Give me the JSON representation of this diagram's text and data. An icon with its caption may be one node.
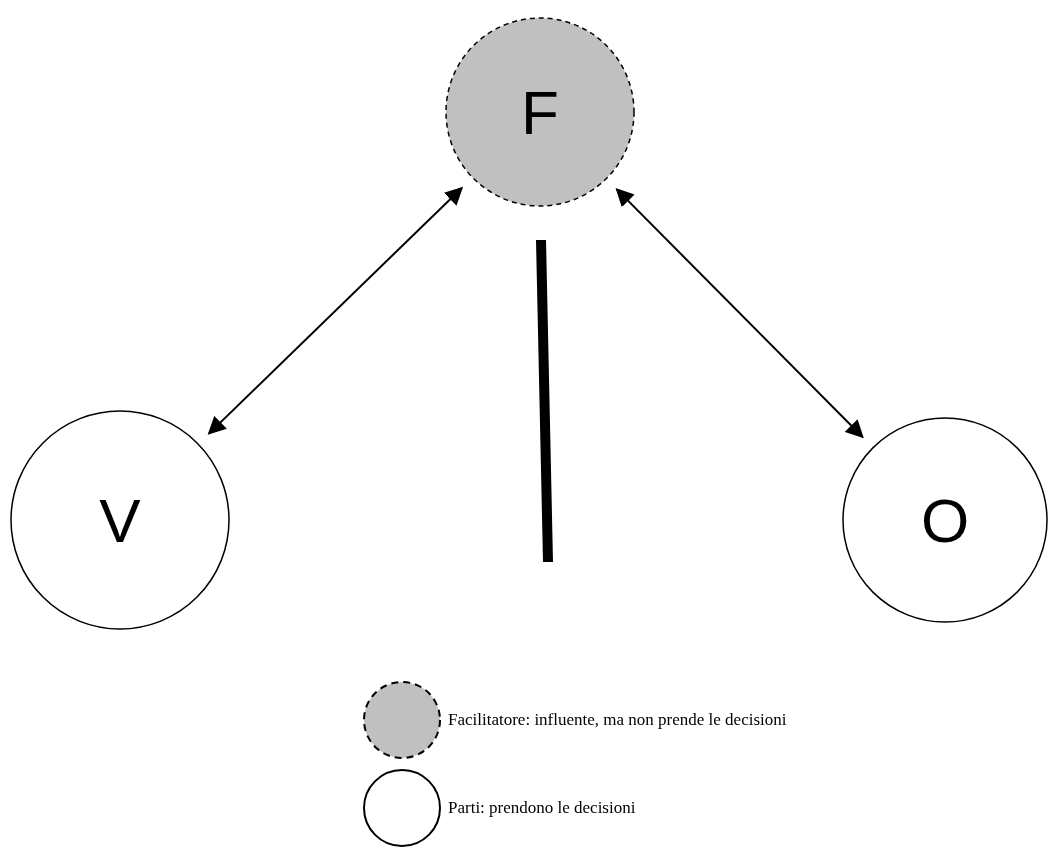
{
  "diagram": {
    "nodes": [
      {
        "text": [
          "F"
        ]
      },
      {
        "text": [
          "V"
        ]
      },
      {
        "text": [
          "O"
        ]
      }
    ],
    "edges": [
      {
        "from": 0,
        "to": 1,
        "arrow": "both"
      },
      {
        "from": 0,
        "to": 2,
        "arrow": "both"
      }
    ],
    "legend": [
      {
        "text": "Facilitatore: influente, ma non prende le decisioni"
      },
      {
        "text": "Parti: prendono le decisioni"
      }
    ]
  }
}
